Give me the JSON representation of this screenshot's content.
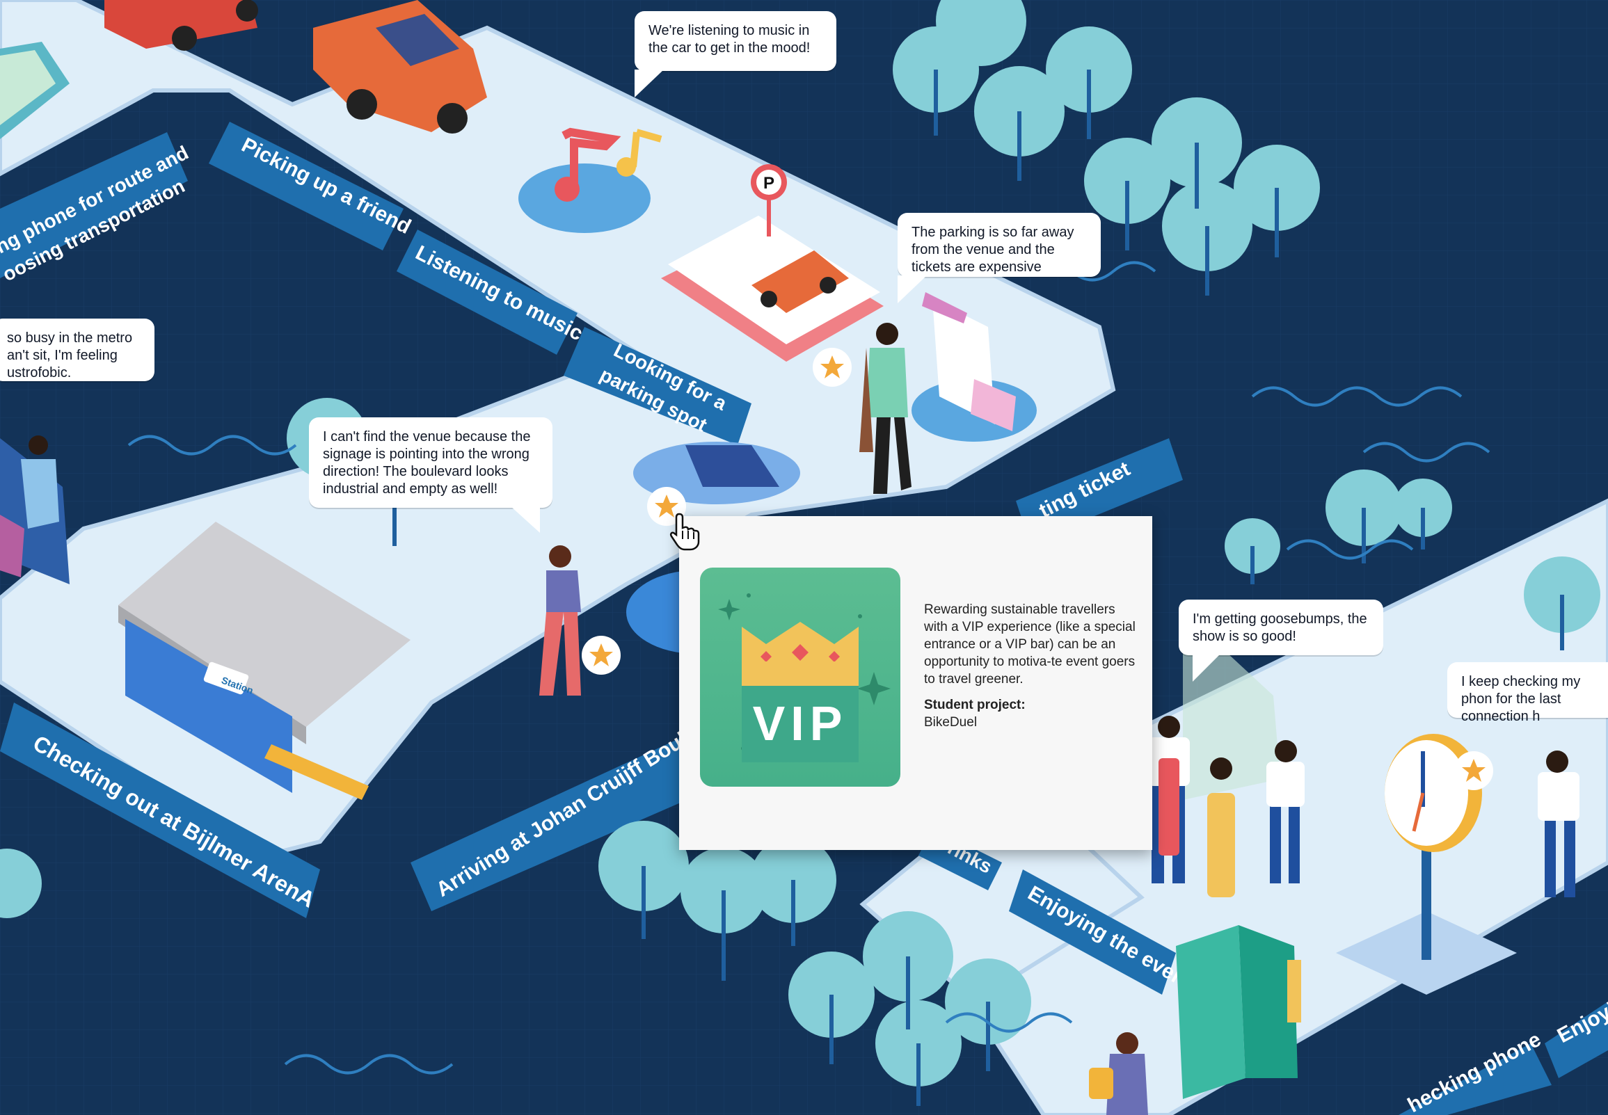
{
  "stage_labels": {
    "picking_up_friend": "Picking up a friend",
    "listening_music": "Listening to music",
    "looking_parking_1": "Looking for a",
    "looking_parking_2": "parking spot",
    "phone_route_1": "ng phone for route and",
    "phone_route_2": "oosing transportation",
    "checking_out": "Checking out at Bijlmer ArenA",
    "arriving": "Arriving at Johan Cruijff Bouleva",
    "ticket": "ting ticket",
    "drinks": "rinks",
    "enjoying_event": "Enjoying the event",
    "checking_phone": "hecking phone",
    "enjoy_right": "Enjoyi"
  },
  "bubbles": {
    "music": "We're listening to music in the car to get in the mood!",
    "parking": "The parking is so far away from the venue and the tickets are expensive",
    "metro": "so busy in the metro an't sit, I'm feeling ustrofobic.",
    "venue": "I can't find the venue because the signage is pointing into the wrong direction! The boulevard looks industrial and empty as well!",
    "goosebumps": "I'm getting goosebumps, the show is so good!",
    "connection": "I keep checking my phon for the last connection h"
  },
  "signs": {
    "parking_letter": "P",
    "station": "Station"
  },
  "popup": {
    "image_label": "VIP",
    "description": "Rewarding sustainable travellers with a VIP experience (like a special entrance or a VIP bar) can be an opportunity to motiva-te event goers to travel greener.",
    "student_label": "Student project:",
    "project_name": "BikeDuel"
  },
  "colors": {
    "background": "#133358",
    "road": "#e6f1fb",
    "banner": "#1f6fae",
    "tree": "#86cfd8",
    "accent_star": "#f3a83a",
    "popup_bg": "#f7f7f7",
    "vip_green": "#5cbd92"
  },
  "icons": [
    "star-icon",
    "hand-cursor-icon",
    "music-note-icon",
    "parking-sign-icon",
    "crown-icon"
  ]
}
